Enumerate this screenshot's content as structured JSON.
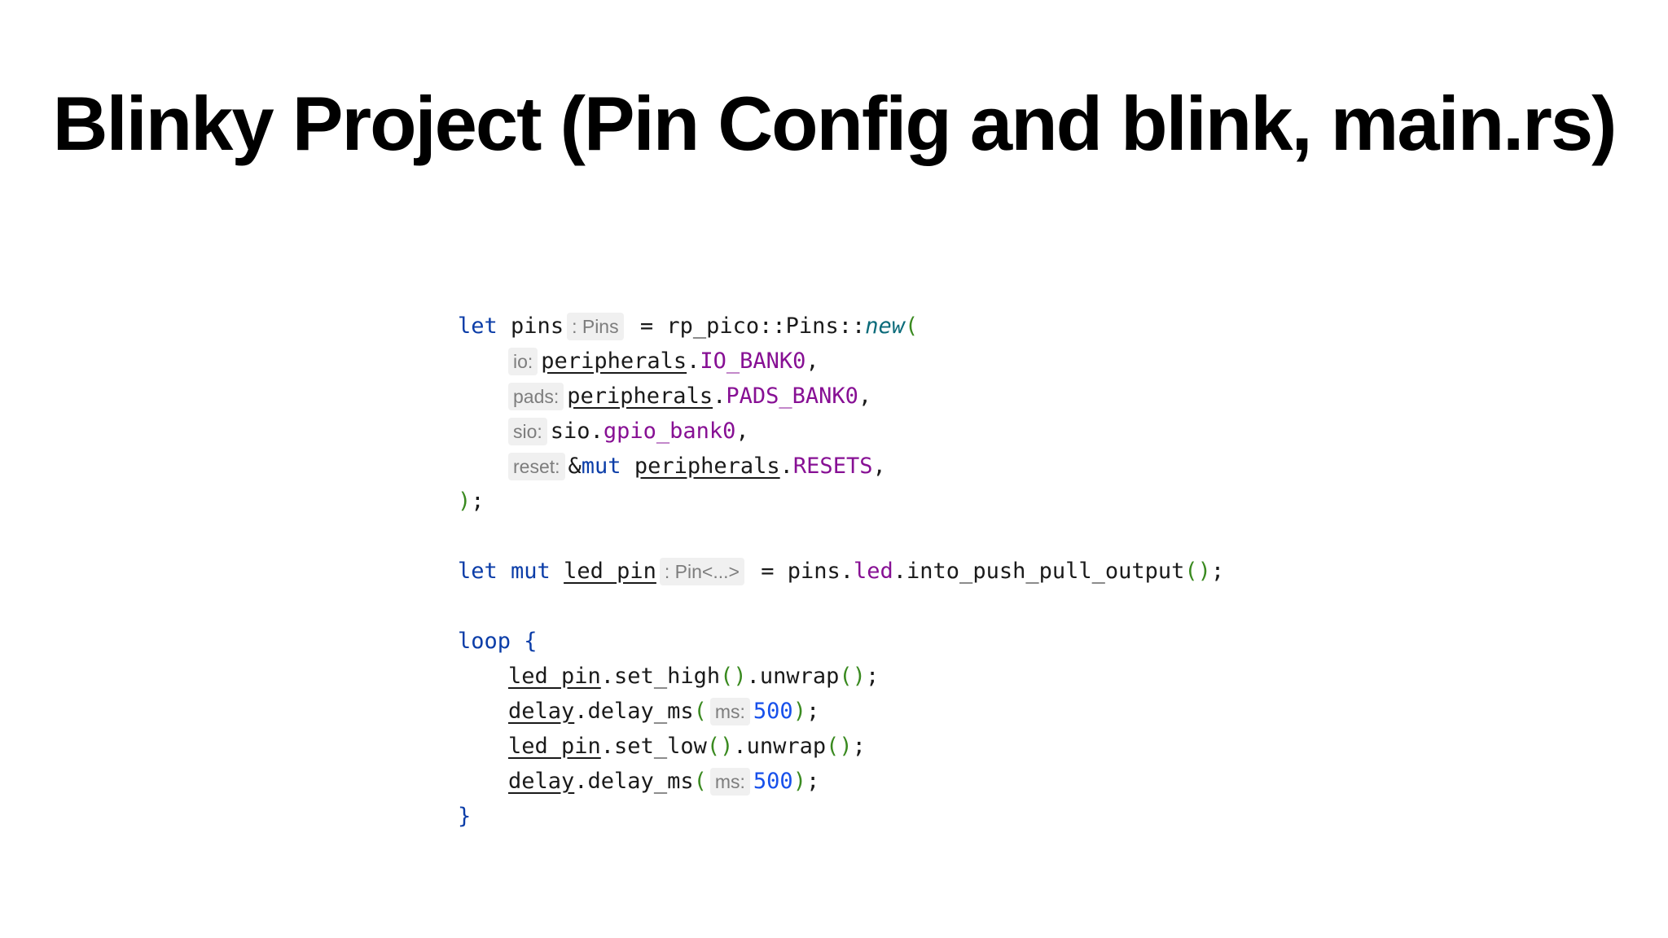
{
  "slide": {
    "title": "Blinky Project (Pin Config and blink, main.rs)"
  },
  "code": {
    "l1": {
      "kw": "let",
      "var": "pins",
      "hint": ": Pins",
      "t1": " = rp_pico::Pins::",
      "fn": "new",
      "open": "("
    },
    "l2": {
      "hint": "io:",
      "obj": "peripherals",
      "dot": ".",
      "field": "IO_BANK0",
      "end": ","
    },
    "l3": {
      "hint": "pads:",
      "obj": "peripherals",
      "dot": ".",
      "field": "PADS_BANK0",
      "end": ","
    },
    "l4": {
      "hint": "sio:",
      "obj": "sio",
      "dot": ".",
      "field": "gpio_bank0",
      "end": ","
    },
    "l5": {
      "hint": "reset:",
      "amp": "&",
      "kw": "mut",
      "obj": "peripherals",
      "dot": ".",
      "field": "RESETS",
      "end": ","
    },
    "l6": {
      "close": ")",
      "semi": ";"
    },
    "l8": {
      "kw1": "let",
      "kw2": "mut",
      "var": "led_pin",
      "hint": ": Pin<...>",
      "t1": " = pins.",
      "field": "led",
      "t2": ".into_push_pull_output",
      "parens": "()",
      "semi": ";"
    },
    "l10": {
      "kw": "loop",
      "brace": "{"
    },
    "l11": {
      "obj": "led_pin",
      "t1": ".set_high",
      "p1": "()",
      "t2": ".unwrap",
      "p2": "()",
      "semi": ";"
    },
    "l12": {
      "obj": "delay",
      "t1": ".delay_ms",
      "open": "(",
      "hint": "ms:",
      "num": "500",
      "close": ")",
      "semi": ";"
    },
    "l13": {
      "obj": "led_pin",
      "t1": ".set_low",
      "p1": "()",
      "t2": ".unwrap",
      "p2": "()",
      "semi": ";"
    },
    "l14": {
      "obj": "delay",
      "t1": ".delay_ms",
      "open": "(",
      "hint": "ms:",
      "num": "500",
      "close": ")",
      "semi": ";"
    },
    "l15": {
      "brace": "}"
    }
  },
  "colors": {
    "keyword": "#0b3da8",
    "field": "#871094",
    "number": "#1750eb",
    "paren": "#3a8a20",
    "hint_text": "#7d7d7d",
    "hint_bg": "#f0f0f0"
  }
}
